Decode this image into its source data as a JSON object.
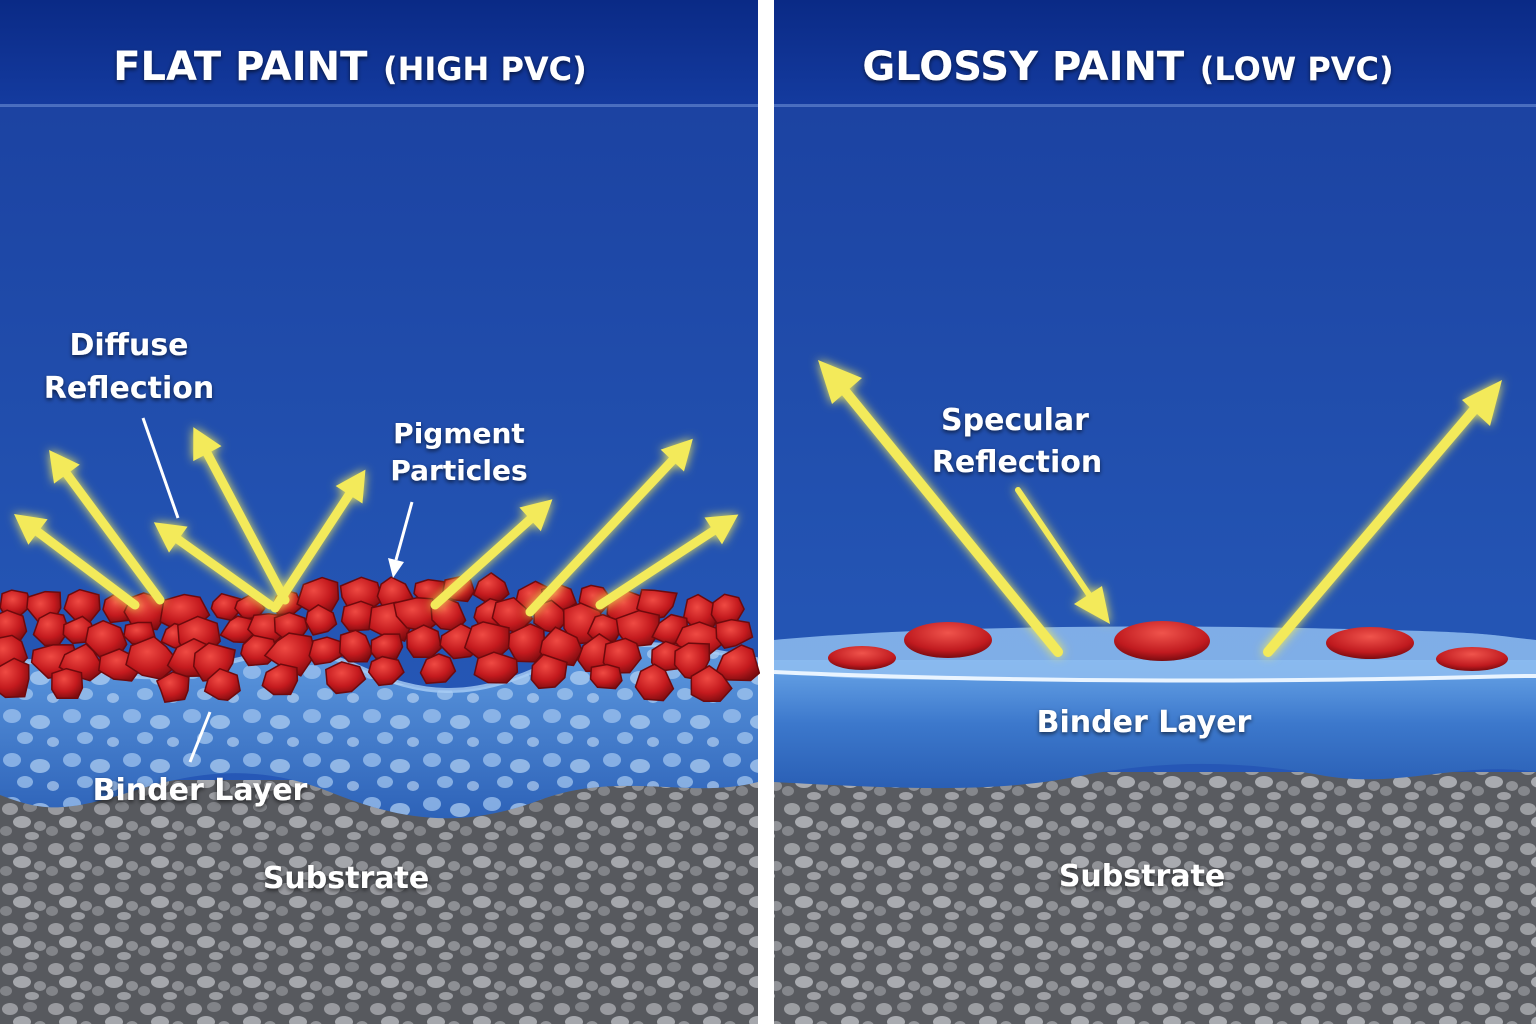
{
  "left_panel": {
    "title": "FLAT PAINT",
    "subtitle": "(HIGH PVC)",
    "labels": {
      "diffuse_line1": "Diffuse",
      "diffuse_line2": "Reflection",
      "pigment_line1": "Pigment",
      "pigment_line2": "Particles",
      "binder": "Binder Layer",
      "substrate": "Substrate"
    }
  },
  "right_panel": {
    "title": "GLOSSY PAINT",
    "subtitle": "(LOW PVC)",
    "labels": {
      "specular_line1": "Specular",
      "specular_line2": "Reflection",
      "binder": "Binder Layer",
      "substrate": "Substrate"
    }
  },
  "colors": {
    "header_blue": "#0d2f8f",
    "sky_blue": "#1f4fae",
    "binder_blue": "#3f7fd2",
    "pigment_red": "#c41a1e",
    "ray_yellow": "#f3ea5a",
    "substrate_gray": "#7a7c80",
    "divider": "#ffffff"
  },
  "icons": {
    "ray": "arrow-icon",
    "pointer": "pointer-arrow-icon"
  }
}
